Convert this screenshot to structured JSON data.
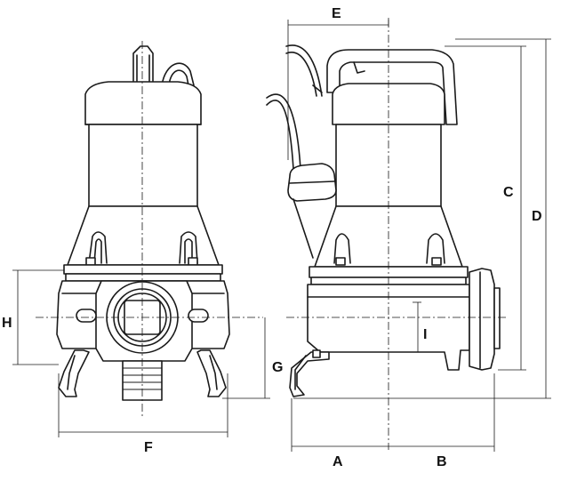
{
  "figure": {
    "labels": {
      "A": "A",
      "B": "B",
      "C": "C",
      "D": "D",
      "E": "E",
      "F": "F",
      "G": "G",
      "H": "H",
      "I": "I"
    }
  }
}
